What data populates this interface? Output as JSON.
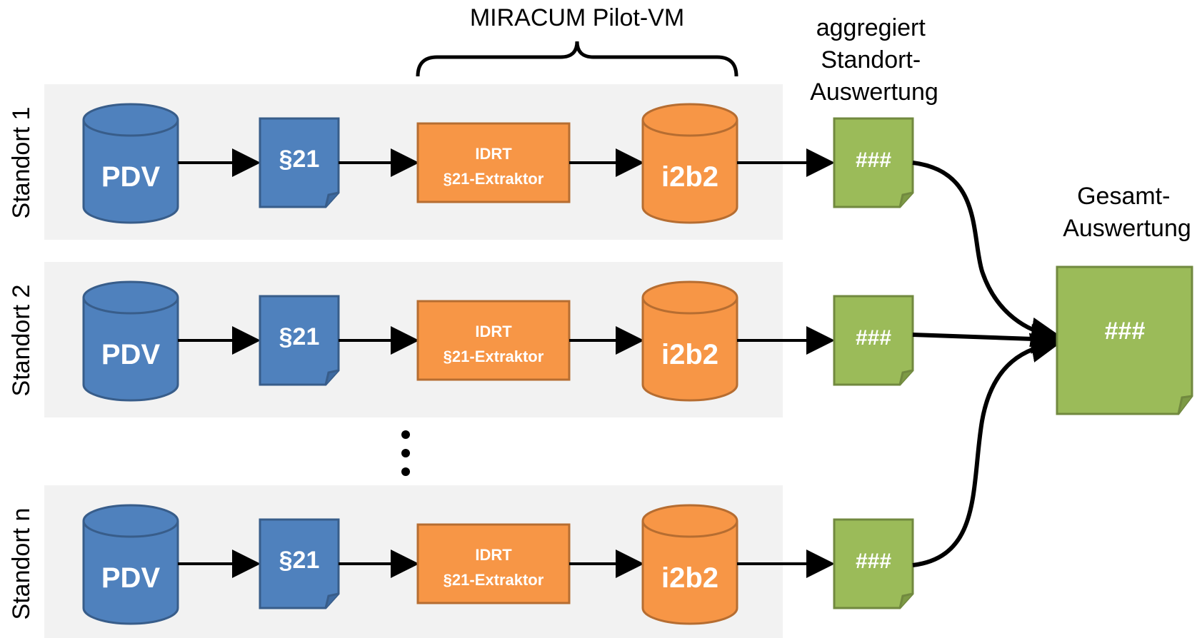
{
  "vm_label": "MIRACUM Pilot-VM",
  "aggregate_label": [
    "aggregiert",
    "Standort-",
    "Auswertung"
  ],
  "total_label": [
    "Gesamt-",
    "Auswertung"
  ],
  "sites": [
    {
      "label": "Standort 1",
      "pdv": "PDV",
      "doc": "§21",
      "process": [
        "IDRT",
        "§21-Extraktor"
      ],
      "db": "i2b2",
      "result": "###"
    },
    {
      "label": "Standort 2",
      "pdv": "PDV",
      "doc": "§21",
      "process": [
        "IDRT",
        "§21-Extraktor"
      ],
      "db": "i2b2",
      "result": "###"
    },
    {
      "label": "Standort n",
      "pdv": "PDV",
      "doc": "§21",
      "process": [
        "IDRT",
        "§21-Extraktor"
      ],
      "db": "i2b2",
      "result": "###"
    }
  ],
  "ellipsis": "⋮",
  "total_result": "###",
  "colors": {
    "band": "#f2f2f2",
    "blue_fill": "#4f81bd",
    "blue_stroke": "#385d8a",
    "orange_fill": "#f79646",
    "orange_stroke": "#b66d31",
    "green_fill": "#9bbb59",
    "green_stroke": "#71893f",
    "arrow": "#000000"
  }
}
